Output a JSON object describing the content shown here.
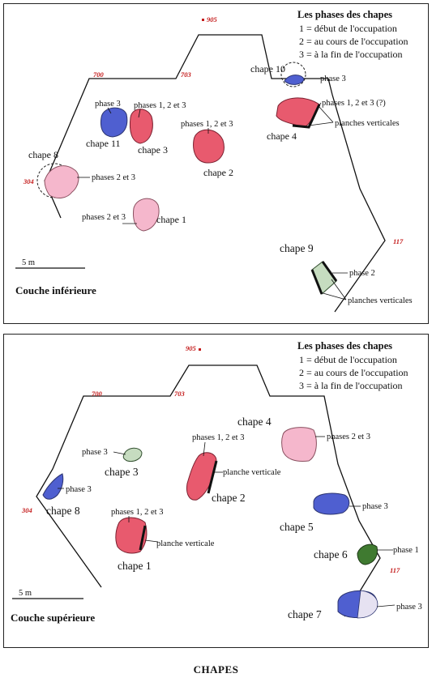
{
  "legend": {
    "title": "Les phases des chapes",
    "items": [
      "1 = début de l'occupation",
      "2 = au cours de l'occupation",
      "3 = à la fin de l'occupation"
    ]
  },
  "colors": {
    "blue": "#4f5fd0",
    "red": "#e85a6e",
    "pink": "#f5b7cc",
    "green": "#c6dcc0",
    "dark_green": "#3f7a30",
    "point_red": "#c41a1a"
  },
  "top": {
    "title": "Couche inférieure",
    "scale": "5 m",
    "points": {
      "p905": "905",
      "p700": "700",
      "p703": "703",
      "p304": "304",
      "p117": "117"
    },
    "labels": {
      "phase3_11": "phase 3",
      "chape11": "chape 11",
      "phases123_3": "phases 1, 2 et 3",
      "chape3": "chape 3",
      "phases123_2": "phases 1, 2 et 3",
      "chape2": "chape 2",
      "chape10": "chape 10",
      "phase3_10": "phase 3",
      "phases123_4": "phases 1, 2 et 3 (?)",
      "planches4": "planches verticales",
      "chape4": "chape 4",
      "chape8": "chape 8",
      "phases23_8": "phases 2 et 3",
      "phases23_1": "phases 2 et 3",
      "chape1": "chape 1",
      "chape9": "chape 9",
      "phase2_9": "phase 2",
      "planches9": "planches verticales"
    }
  },
  "bottom": {
    "title": "Couche supérieure",
    "scale": "5 m",
    "points": {
      "p905": "905",
      "p700": "700",
      "p703": "703",
      "p304": "304",
      "p117": "117"
    },
    "labels": {
      "chape4": "chape 4",
      "phases23_4": "phases 2 et 3",
      "phase3_3": "phase 3",
      "chape3": "chape 3",
      "phases123_2": "phases 1, 2 et 3",
      "planche2": "planche verticale",
      "chape2": "chape 2",
      "phase3_8": "phase 3",
      "chape8": "chape 8",
      "phase3_5": "phase 3",
      "chape5": "chape 5",
      "phases123_1": "phases 1, 2 et 3",
      "planche1": "planche verticale",
      "chape1": "chape 1",
      "phase1_6": "phase 1",
      "chape6": "chape 6",
      "chape7": "chape 7",
      "phase3_7": "phase 3"
    }
  },
  "caption": "CHAPES"
}
